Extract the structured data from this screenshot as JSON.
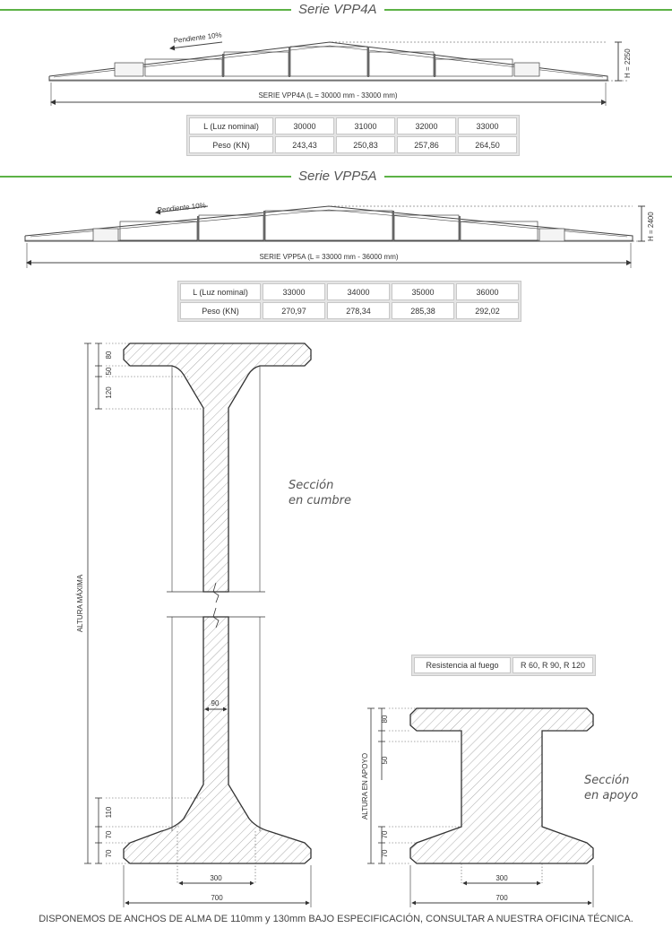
{
  "serie_a": {
    "title": "Serie VPP4A",
    "slope": "Pendiente 10%",
    "height": "H = 2250",
    "span": "SERIE VPP4A (L = 30000 mm - 33000 mm)",
    "row_label_l": "L  (Luz  nominal)",
    "row_label_p": "Peso  (KN)",
    "luz": [
      "30000",
      "31000",
      "32000",
      "33000"
    ],
    "peso": [
      "243,43",
      "250,83",
      "257,86",
      "264,50"
    ]
  },
  "serie_b": {
    "title": "Serie VPP5A",
    "slope": "Pendiente 10%",
    "height": "H = 2400",
    "span": "SERIE VPP5A (L = 33000 mm - 36000 mm)",
    "row_label_l": "L  (Luz  nominal)",
    "row_label_p": "Peso  (KN)",
    "luz": [
      "33000",
      "34000",
      "35000",
      "36000"
    ],
    "peso": [
      "270,97",
      "278,34",
      "285,38",
      "292,02"
    ]
  },
  "section_cumbre": {
    "label_1": "Sección",
    "label_2": "en cumbre",
    "dims_top": [
      "80",
      "50",
      "120"
    ],
    "web": "90",
    "dims_bottom": [
      "110",
      "70",
      "70"
    ],
    "base_inner": "300",
    "base_outer": "700",
    "height_label": "ALTURA MÁXIMA"
  },
  "section_apoyo": {
    "label_1": "Sección",
    "label_2": "en apoyo",
    "dims": [
      "80",
      "50",
      "70",
      "70"
    ],
    "base_inner": "300",
    "base_outer": "700",
    "height_label": "ALTURA EN APOYO"
  },
  "fire": {
    "label": "Resistencia al fuego",
    "value": "R 60, R 90, R 120"
  },
  "footer": "DISPONEMOS DE ANCHOS DE ALMA DE 110mm  y 130mm BAJO ESPECIFICACIÓN, CONSULTAR A NUESTRA OFICINA TÉCNICA.",
  "colors": {
    "accent_green": "#5cb246"
  }
}
